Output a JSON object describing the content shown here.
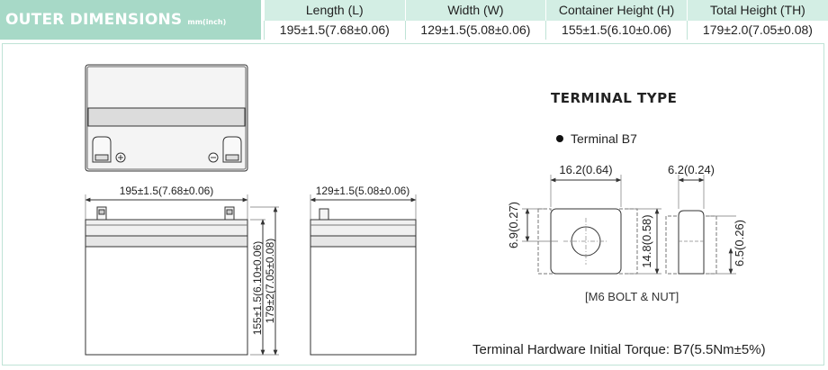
{
  "header": {
    "title": "OUTER DIMENSIONS",
    "unit": "mm(inch)",
    "columns": [
      {
        "label": "Length (L)",
        "value": "195±1.5(7.68±0.06)"
      },
      {
        "label": "Width (W)",
        "value": "129±1.5(5.08±0.06)"
      },
      {
        "label": "Container Height (H)",
        "value": "155±1.5(6.10±0.06)"
      },
      {
        "label": "Total Height (TH)",
        "value": "179±2.0(7.05±0.08)"
      }
    ]
  },
  "front_view": {
    "length_label": "195±1.5(7.68±0.06)",
    "container_height_label": "155±1.5(6.10±0.06)",
    "total_height_label": "179±2(7.05±0.08)"
  },
  "side_view": {
    "width_label": "129±1.5(5.08±0.06)"
  },
  "terminal": {
    "title": "TERMINAL TYPE",
    "type": "Terminal B7",
    "dim_width": "16.2(0.64)",
    "dim_side_width": "6.2(0.24)",
    "dim_left_height": "6.9(0.27)",
    "dim_total_height": "14.8(0.58)",
    "dim_right_height": "6.5(0.26)",
    "bolt_label": "[M6 BOLT & NUT]"
  },
  "torque": "Terminal Hardware Initial Torque: B7(5.5Nm±5%)"
}
